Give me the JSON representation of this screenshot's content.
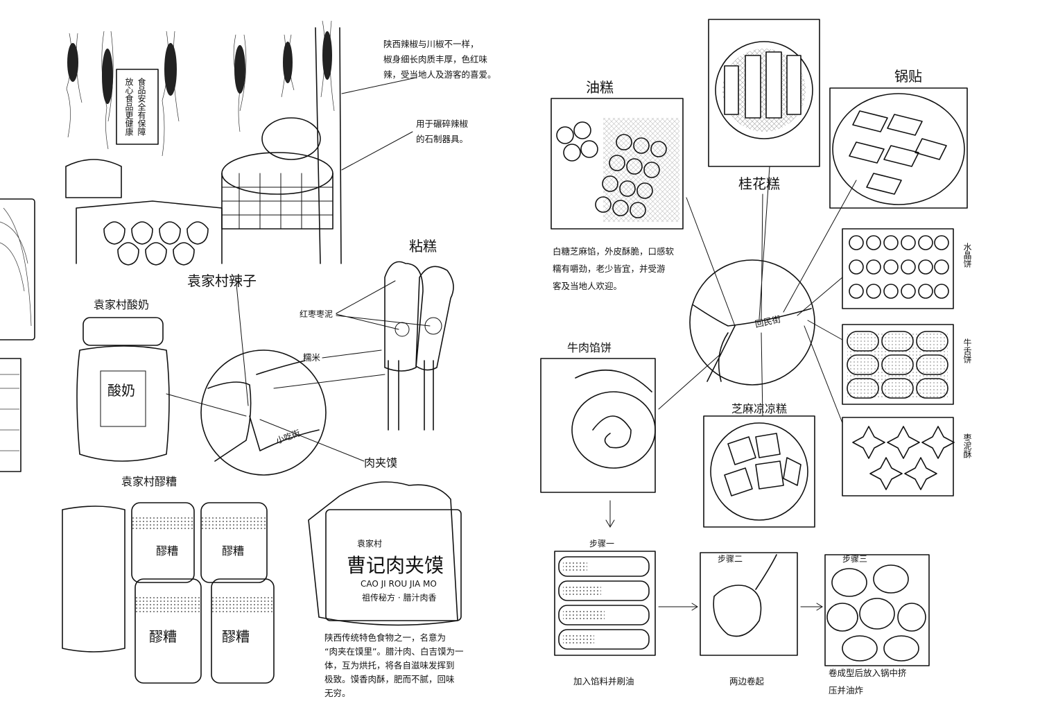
{
  "left_page": {
    "chili_note": [
      "陕西辣椒与川椒不一样，",
      "椒身细长肉质丰厚，色红味",
      "辣，受当地人及游客的喜爱。"
    ],
    "grinder_note": [
      "用于碾碎辣椒",
      "的石制器具。"
    ],
    "stall_sign": [
      "食品安全有保障",
      "放心食品更健康"
    ],
    "chili_label": "袁家村辣子",
    "niangao_label": "粘糕",
    "niangao_parts": {
      "date": "红枣枣泥",
      "rice": "糯米"
    },
    "yogurt_label": "袁家村酸奶",
    "yogurt_jar_text": "酸奶",
    "map_road": "小吃街",
    "roujiamo_label": "肉夹馍",
    "laozao_label": "袁家村醪糟",
    "laozao_jar_text": "醪糟",
    "bag": {
      "brand": "袁家村",
      "title": "曹记肉夹馍",
      "pinyin": "CAO JI ROU JIA MO",
      "slogan": "祖传秘方 · 腊汁肉香"
    },
    "roujiamo_note": [
      "陕西传统特色食物之一，名意为",
      "“肉夹在馍里”。腊汁肉、白吉馍为一",
      "体，互为烘托，将各自滋味发挥到",
      "极致。馍香肉酥，肥而不腻，回味",
      "无穷。"
    ]
  },
  "right_page": {
    "yougao_label": "油糕",
    "guotie_label": "锅贴",
    "guihuagao_label": "桂花糕",
    "yougao_note": [
      "白糖芝麻馅，外皮酥脆，口感软",
      "糯有嚼劲，老少皆宜，并受游",
      "客及当地人欢迎。"
    ],
    "map_road": "回民街",
    "shuijingbing_label": "水晶饼",
    "niushebing_label": "牛舌饼",
    "zaonisu_label": "枣泥酥",
    "niurou_label": "牛肉馅饼",
    "zhima_label": "芝麻凉凉糕",
    "steps": [
      {
        "title": "步骤一",
        "caption": [
          "加入馅料并刷油"
        ]
      },
      {
        "title": "步骤二",
        "caption": [
          "两边卷起"
        ]
      },
      {
        "title": "步骤三",
        "caption": [
          "卷成型后放入锅中挤",
          "压并油炸"
        ]
      }
    ]
  }
}
